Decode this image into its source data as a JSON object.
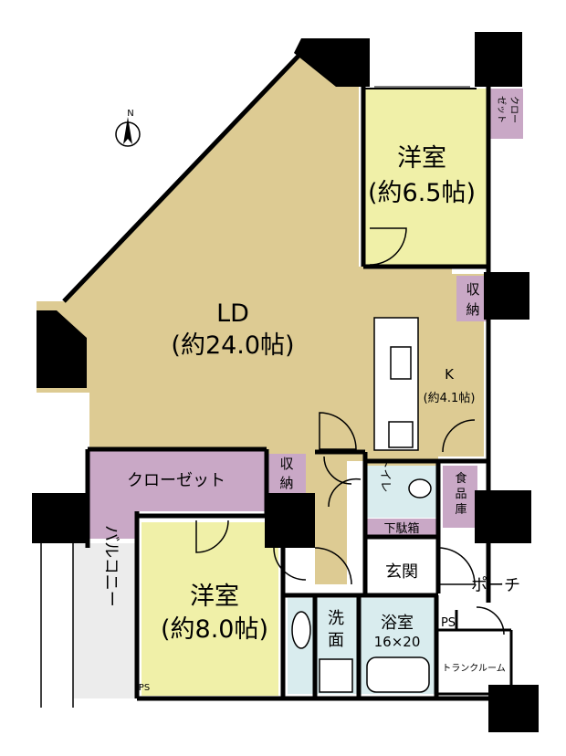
{
  "compass": {
    "north": "N"
  },
  "rooms": {
    "ld": {
      "name": "LD",
      "size": "(約24.0帖)"
    },
    "western_room_1": {
      "name": "洋室",
      "size": "(約6.5帖)"
    },
    "closet_small_top": {
      "line1": "クロー",
      "line2": "ゼット"
    },
    "storage_1": {
      "line1": "収",
      "line2": "納"
    },
    "kitchen": {
      "name": "K",
      "size": "(約4.1帖)"
    },
    "walk_in_closet": {
      "name": "クローゼット"
    },
    "storage_2": {
      "line1": "収",
      "line2": "納"
    },
    "toilet": {
      "name": "トイレ"
    },
    "pantry": {
      "line1": "食",
      "line2": "品",
      "line3": "庫"
    },
    "shoe_box": {
      "name": "下駄箱"
    },
    "entrance": {
      "name": "玄関"
    },
    "porch": {
      "name": "ポーチ"
    },
    "western_room_2": {
      "name": "洋室",
      "size": "(約8.0帖)"
    },
    "washroom": {
      "line1": "洗",
      "line2": "面"
    },
    "bathroom": {
      "name": "浴室",
      "size": "16×20"
    },
    "ps": {
      "name": "PS"
    },
    "ps_small": {
      "name": "PS"
    },
    "trunk_room": {
      "name": "トランクルーム"
    },
    "balcony": {
      "name": "バルコニー"
    }
  },
  "colors": {
    "living": "#ddcb93",
    "western": "#f0f0a8",
    "closet": "#c9a8c6",
    "wet": "#d9ecee",
    "balcony": "#ececec",
    "pillar": "#000000"
  }
}
